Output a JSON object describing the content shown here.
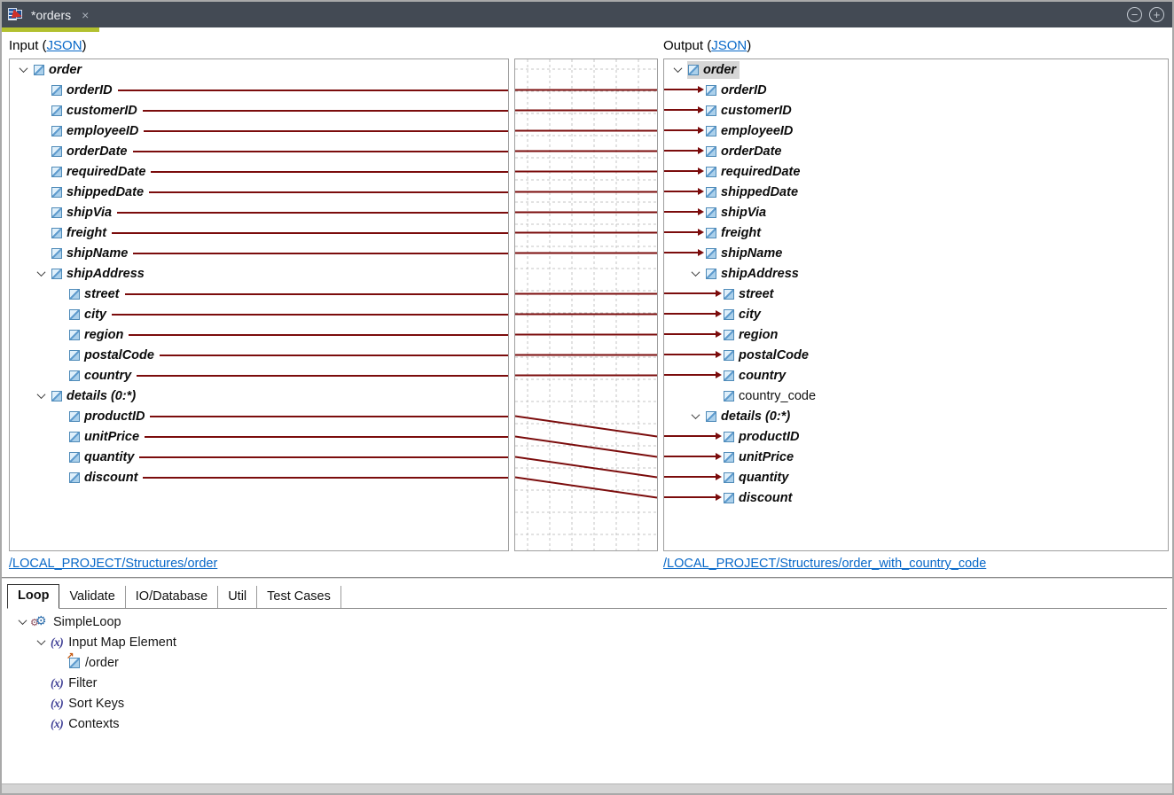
{
  "titlebar": {
    "tab_title": "*orders",
    "close_icon": "×",
    "minimize_icon": "−",
    "maximize_icon": "+"
  },
  "panels": {
    "input": {
      "header_prefix": "Input (",
      "header_link": "JSON",
      "header_suffix": ")",
      "footer_link": "/LOCAL_PROJECT/Structures/order",
      "tree": [
        {
          "label": "order",
          "depth": 0,
          "expandable": true
        },
        {
          "label": "orderID",
          "depth": 1,
          "mapped": true
        },
        {
          "label": "customerID",
          "depth": 1,
          "mapped": true
        },
        {
          "label": "employeeID",
          "depth": 1,
          "mapped": true
        },
        {
          "label": "orderDate",
          "depth": 1,
          "mapped": true
        },
        {
          "label": "requiredDate",
          "depth": 1,
          "mapped": true
        },
        {
          "label": "shippedDate",
          "depth": 1,
          "mapped": true
        },
        {
          "label": "shipVia",
          "depth": 1,
          "mapped": true
        },
        {
          "label": "freight",
          "depth": 1,
          "mapped": true
        },
        {
          "label": "shipName",
          "depth": 1,
          "mapped": true
        },
        {
          "label": "shipAddress",
          "depth": 1,
          "expandable": true
        },
        {
          "label": "street",
          "depth": 2,
          "mapped": true
        },
        {
          "label": "city",
          "depth": 2,
          "mapped": true
        },
        {
          "label": "region",
          "depth": 2,
          "mapped": true
        },
        {
          "label": "postalCode",
          "depth": 2,
          "mapped": true
        },
        {
          "label": "country",
          "depth": 2,
          "mapped": true
        },
        {
          "label": "details (0:*)",
          "depth": 1,
          "expandable": true
        },
        {
          "label": "productID",
          "depth": 2,
          "mapped": true
        },
        {
          "label": "unitPrice",
          "depth": 2,
          "mapped": true
        },
        {
          "label": "quantity",
          "depth": 2,
          "mapped": true
        },
        {
          "label": "discount",
          "depth": 2,
          "mapped": true
        }
      ]
    },
    "output": {
      "header_prefix": "Output (",
      "header_link": "JSON",
      "header_suffix": ")",
      "footer_link": "/LOCAL_PROJECT/Structures/order_with_country_code",
      "tree": [
        {
          "label": "order",
          "depth": 0,
          "expandable": true,
          "selected": true
        },
        {
          "label": "orderID",
          "depth": 1,
          "mapped": true
        },
        {
          "label": "customerID",
          "depth": 1,
          "mapped": true
        },
        {
          "label": "employeeID",
          "depth": 1,
          "mapped": true
        },
        {
          "label": "orderDate",
          "depth": 1,
          "mapped": true
        },
        {
          "label": "requiredDate",
          "depth": 1,
          "mapped": true
        },
        {
          "label": "shippedDate",
          "depth": 1,
          "mapped": true
        },
        {
          "label": "shipVia",
          "depth": 1,
          "mapped": true
        },
        {
          "label": "freight",
          "depth": 1,
          "mapped": true
        },
        {
          "label": "shipName",
          "depth": 1,
          "mapped": true
        },
        {
          "label": "shipAddress",
          "depth": 1,
          "expandable": true
        },
        {
          "label": "street",
          "depth": 2,
          "mapped": true
        },
        {
          "label": "city",
          "depth": 2,
          "mapped": true
        },
        {
          "label": "region",
          "depth": 2,
          "mapped": true
        },
        {
          "label": "postalCode",
          "depth": 2,
          "mapped": true
        },
        {
          "label": "country",
          "depth": 2,
          "mapped": true
        },
        {
          "label": "country_code",
          "depth": 2,
          "plain": true
        },
        {
          "label": "details (0:*)",
          "depth": 1,
          "expandable": true
        },
        {
          "label": "productID",
          "depth": 2,
          "mapped": true
        },
        {
          "label": "unitPrice",
          "depth": 2,
          "mapped": true
        },
        {
          "label": "quantity",
          "depth": 2,
          "mapped": true
        },
        {
          "label": "discount",
          "depth": 2,
          "mapped": true
        }
      ]
    }
  },
  "mappings": [
    [
      1,
      1
    ],
    [
      2,
      2
    ],
    [
      3,
      3
    ],
    [
      4,
      4
    ],
    [
      5,
      5
    ],
    [
      6,
      6
    ],
    [
      7,
      7
    ],
    [
      8,
      8
    ],
    [
      9,
      9
    ],
    [
      11,
      11
    ],
    [
      12,
      12
    ],
    [
      13,
      13
    ],
    [
      14,
      14
    ],
    [
      15,
      15
    ],
    [
      17,
      18
    ],
    [
      18,
      19
    ],
    [
      19,
      20
    ],
    [
      20,
      21
    ]
  ],
  "bottom": {
    "tabs": [
      {
        "label": "Loop",
        "active": true
      },
      {
        "label": "Validate"
      },
      {
        "label": "IO/Database"
      },
      {
        "label": "Util"
      },
      {
        "label": "Test Cases"
      }
    ],
    "tree": [
      {
        "label": "SimpleLoop",
        "depth": 0,
        "icon": "gears-icon",
        "expandable": true
      },
      {
        "label": "Input Map Element",
        "depth": 1,
        "icon": "function-icon",
        "expandable": true
      },
      {
        "label": "/order",
        "depth": 2,
        "icon": "mapped-element-icon"
      },
      {
        "label": "Filter",
        "depth": 1,
        "icon": "function-icon"
      },
      {
        "label": "Sort Keys",
        "depth": 1,
        "icon": "function-icon"
      },
      {
        "label": "Contexts",
        "depth": 1,
        "icon": "function-icon"
      }
    ],
    "function_icon_glyph": "(x)",
    "gear_glyph": "⚙",
    "mapped_arrow_glyph": "↗"
  },
  "colors": {
    "mapping_line": "#7b0c0c",
    "selection_bg": "#d6d6d6",
    "link": "#0868c8",
    "tab_accent": "#b2c02f",
    "titlebar_bg": "#434a54",
    "grid_dash": "#c6c6c6"
  }
}
